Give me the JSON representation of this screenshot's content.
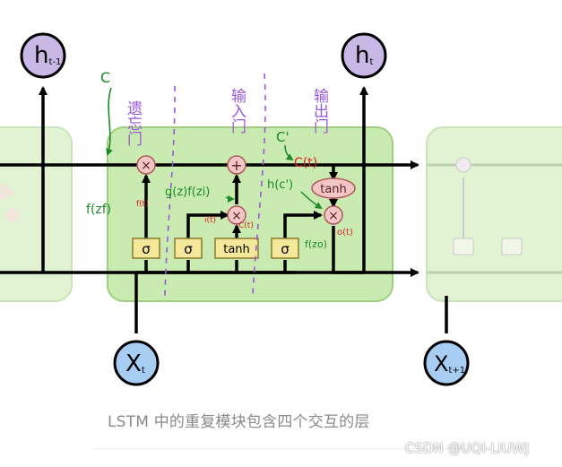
{
  "inputs": {
    "h_prev": {
      "base": "h",
      "sub": "t-1"
    },
    "h_out": {
      "base": "h",
      "sub": "t"
    },
    "x_in": {
      "base": "X",
      "sub": "t"
    },
    "x_next": {
      "base": "X",
      "sub": "t+1"
    }
  },
  "gates": {
    "sigma": "σ",
    "tanh": "tanh",
    "multiply": "×",
    "add": "+"
  },
  "annotations": {
    "c_top": "C",
    "forget_gate": "遗忘门",
    "input_gate": "输入门",
    "output_gate": "输出门",
    "c_prime": "C'",
    "c_t": "C(t)",
    "h_c_prime": "h(c')",
    "f_zf": "f(zf)",
    "f_t": "f(t)",
    "g_z_f_zi": "g(z)f(zi)",
    "i_t": "i(t)",
    "c_t_small": "C(t)",
    "f_zo": "f(zo)",
    "o_t": "o(t)"
  },
  "caption": "LSTM 中的重复模块包含四个交互的层",
  "watermark": "CSDN @UQI-LIUWJ",
  "colors": {
    "cell_fill": "#c9eab0",
    "cell_stroke": "#9fce82",
    "gate_fill": "#f6e89a",
    "gate_stroke": "#8a7a2a",
    "op_fill": "#f2c6c6",
    "op_stroke": "#b05a5a",
    "state_circle": "#c9b8e6",
    "input_circle": "#a8cdf2",
    "hand_green": "#1a8a2a",
    "hand_purple": "#9a58d8",
    "hand_red": "#e02020"
  }
}
